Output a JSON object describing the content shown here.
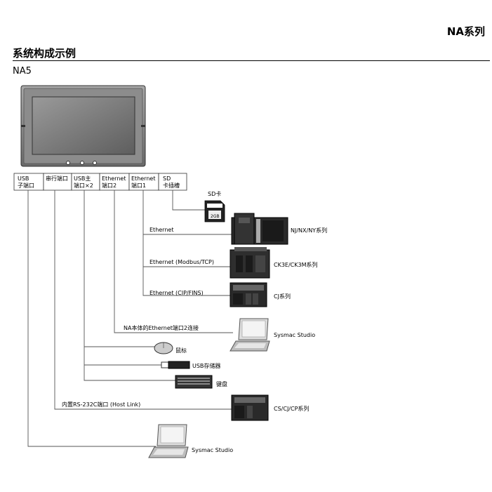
{
  "header": {
    "series_title": "NA系列",
    "section_title": "系统构成示例",
    "model": "NA5"
  },
  "ports": [
    {
      "line1": "USB",
      "line2": "子端口"
    },
    {
      "line1": "串行端口",
      "line2": ""
    },
    {
      "line1": "USB主",
      "line2": "端口×2"
    },
    {
      "line1": "Ethernet",
      "line2": "端口2"
    },
    {
      "line1": "Ethernet",
      "line2": "端口1"
    },
    {
      "line1": "SD",
      "line2": "卡插槽"
    }
  ],
  "connections": {
    "sd_card": "SD卡",
    "sd_card_capacity": "2GB",
    "ethernet": "Ethernet",
    "ethernet_modbus": "Ethernet (Modbus/TCP)",
    "ethernet_cip": "Ethernet (CIP/FINS)",
    "na_ethernet2": "NA本体的Ethernet端口2连接",
    "rs232c": "内置RS-232C端口 (Host Link)"
  },
  "devices": {
    "nj_nx_ny": "NJ/NX/NY系列",
    "ck3e_ck3m": "CK3E/CK3M系列",
    "cj": "CJ系列",
    "sysmac_studio_1": "Sysmac Studio",
    "mouse": "鼠标",
    "usb_storage": "USB存储器",
    "keyboard": "键盘",
    "cs_cj_cp": "CS/CJ/CP系列",
    "sysmac_studio_2": "Sysmac Studio"
  },
  "colors": {
    "hmi_frame": "#7a7a7a",
    "hmi_screen": "#7d7d7d",
    "line": "#555555",
    "plc_dark": "#2a2a2a",
    "laptop_gray": "#bdbdbd"
  }
}
